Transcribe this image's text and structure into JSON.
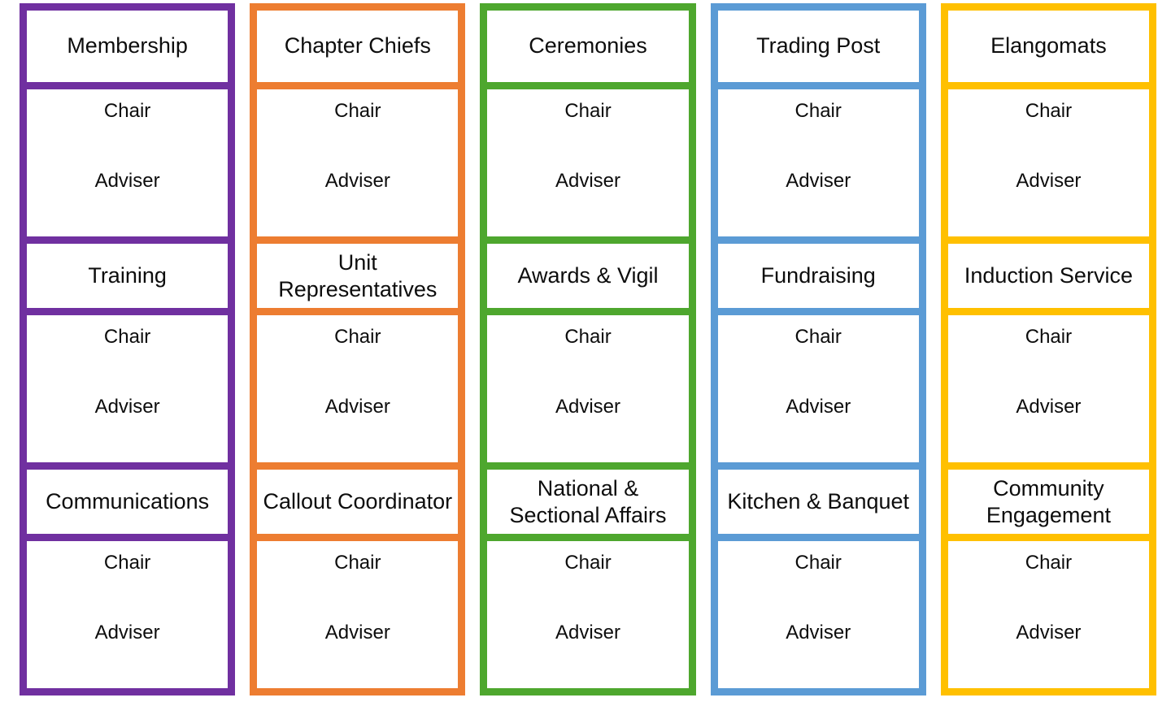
{
  "diagram": {
    "type": "committee-org-grid",
    "role_labels": {
      "chair": "Chair",
      "adviser": "Adviser"
    },
    "columns": [
      {
        "key": "membership",
        "color": "#7030A0",
        "color_name": "purple",
        "groups": [
          {
            "title": "Membership",
            "chair": "Chair",
            "adviser": "Adviser"
          },
          {
            "title": "Training",
            "chair": "Chair",
            "adviser": "Adviser"
          },
          {
            "title": "Communications",
            "chair": "Chair",
            "adviser": "Adviser"
          }
        ]
      },
      {
        "key": "chapter-chiefs",
        "color": "#ED7D31",
        "color_name": "orange",
        "groups": [
          {
            "title": "Chapter Chiefs",
            "chair": "Chair",
            "adviser": "Adviser"
          },
          {
            "title": "Unit Representatives",
            "chair": "Chair",
            "adviser": "Adviser"
          },
          {
            "title": "Callout Coordinator",
            "chair": "Chair",
            "adviser": "Adviser"
          }
        ]
      },
      {
        "key": "ceremonies",
        "color": "#4EA72E",
        "color_name": "green",
        "groups": [
          {
            "title": "Ceremonies",
            "chair": "Chair",
            "adviser": "Adviser"
          },
          {
            "title": "Awards & Vigil",
            "chair": "Chair",
            "adviser": "Adviser"
          },
          {
            "title": "National & Sectional Affairs",
            "chair": "Chair",
            "adviser": "Adviser"
          }
        ]
      },
      {
        "key": "trading-post",
        "color": "#5B9BD5",
        "color_name": "blue",
        "groups": [
          {
            "title": "Trading Post",
            "chair": "Chair",
            "adviser": "Adviser"
          },
          {
            "title": "Fundraising",
            "chair": "Chair",
            "adviser": "Adviser"
          },
          {
            "title": "Kitchen & Banquet",
            "chair": "Chair",
            "adviser": "Adviser"
          }
        ]
      },
      {
        "key": "elangomats",
        "color": "#FFC000",
        "color_name": "yellow",
        "groups": [
          {
            "title": "Elangomats",
            "chair": "Chair",
            "adviser": "Adviser"
          },
          {
            "title": "Induction Service",
            "chair": "Chair",
            "adviser": "Adviser"
          },
          {
            "title": "Community Engagement",
            "chair": "Chair",
            "adviser": "Adviser"
          }
        ]
      }
    ]
  }
}
